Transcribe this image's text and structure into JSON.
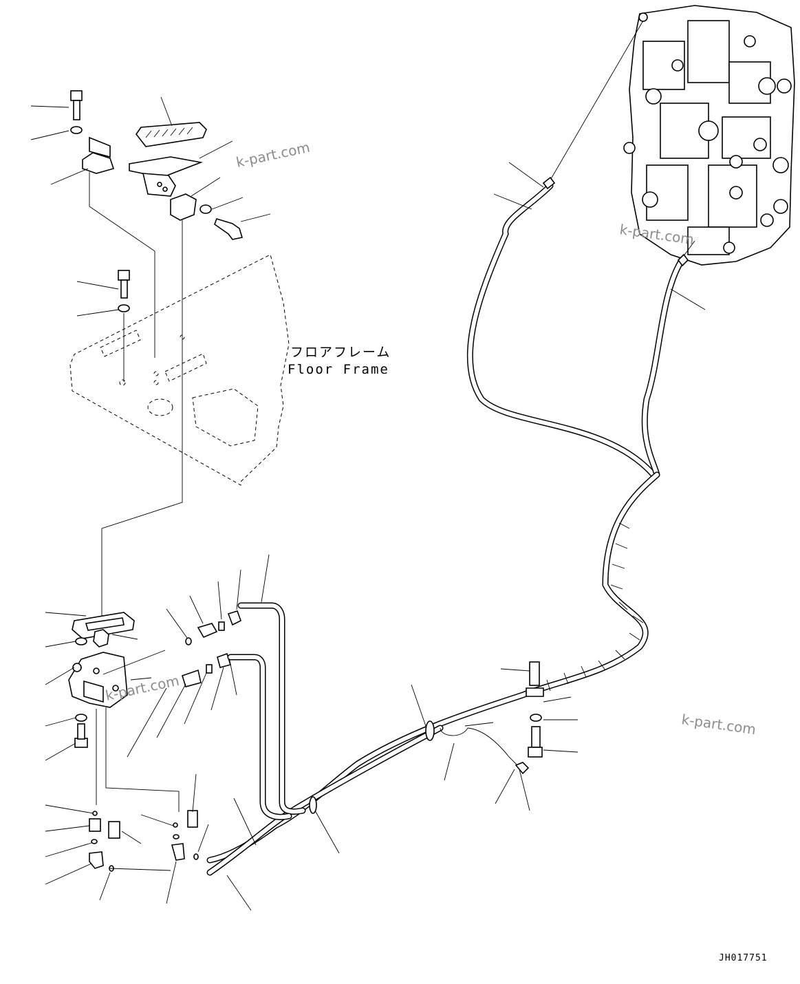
{
  "floor_frame_label_jp": "フロアフレーム",
  "floor_frame_label_en": "Floor Frame",
  "watermarks": [
    "k-part.com",
    "k-part.com",
    "k-part.com",
    "k-part.com"
  ],
  "drawing_code": "JH017751"
}
